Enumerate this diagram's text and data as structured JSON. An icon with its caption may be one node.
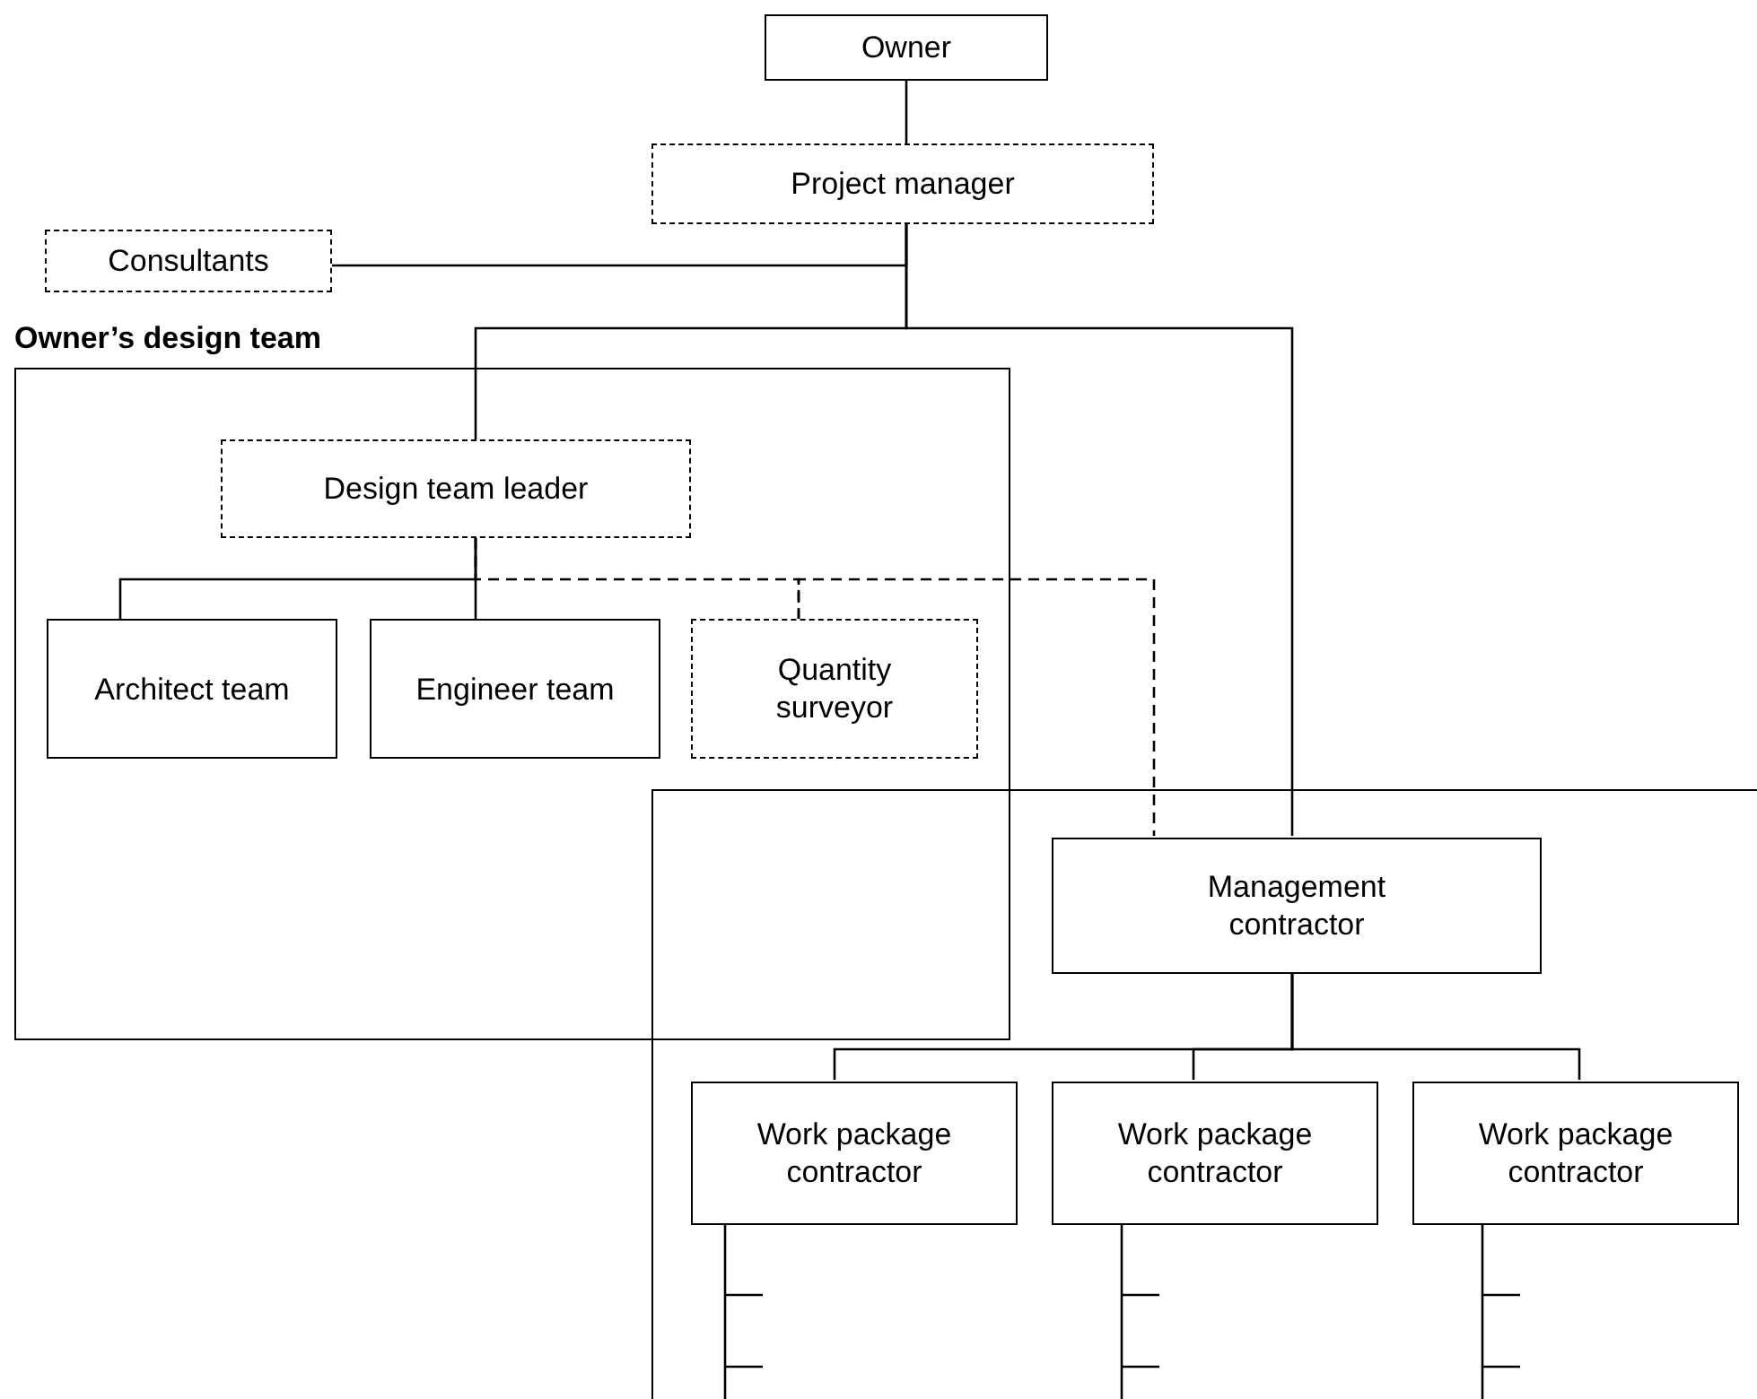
{
  "diagram": {
    "nodes": [
      {
        "text": [
          "Owner"
        ]
      },
      {
        "text": [
          "Project manager"
        ]
      },
      {
        "text": [
          "Consultants"
        ]
      },
      {
        "text": [
          "Owner’s design team"
        ]
      },
      {
        "text": [
          "Design team leader"
        ],
        "in": 3
      },
      {
        "text": [
          "Architect team"
        ],
        "in": 3
      },
      {
        "text": [
          "Engineer team"
        ],
        "in": 3
      },
      {
        "text": [
          "Quantity surveyor"
        ],
        "in": 3
      },
      {
        "text": [],
        "shape": "box"
      },
      {
        "text": [
          "Management contractor"
        ],
        "in": 8
      },
      {
        "text": [
          "Work package contractor"
        ],
        "in": 8
      },
      {
        "text": [
          "Work package contractor"
        ],
        "in": 8
      },
      {
        "text": [
          "Work package contractor"
        ],
        "in": 8
      }
    ],
    "edges": [
      {
        "from": 0,
        "to": 1,
        "arrow": "none"
      },
      {
        "from": 1,
        "to": 2,
        "arrow": "none"
      },
      {
        "from": 1,
        "to": 4,
        "arrow": "none"
      },
      {
        "from": 1,
        "to": 9,
        "arrow": "none"
      },
      {
        "from": 4,
        "to": 5,
        "arrow": "none"
      },
      {
        "from": 4,
        "to": 6,
        "arrow": "none"
      },
      {
        "from": 4,
        "to": 7,
        "arrow": "none",
        "style": "dashed"
      },
      {
        "from": 7,
        "to": 9,
        "arrow": "none",
        "style": "dashed"
      },
      {
        "from": 9,
        "to": 10,
        "arrow": "none"
      },
      {
        "from": 9,
        "to": 11,
        "arrow": "none"
      },
      {
        "from": 9,
        "to": 12,
        "arrow": "none"
      },
      {
        "from": 10,
        "to": null,
        "arrow": "none"
      },
      {
        "from": 11,
        "to": null,
        "arrow": "none"
      },
      {
        "from": 12,
        "to": null,
        "arrow": "none"
      }
    ]
  }
}
